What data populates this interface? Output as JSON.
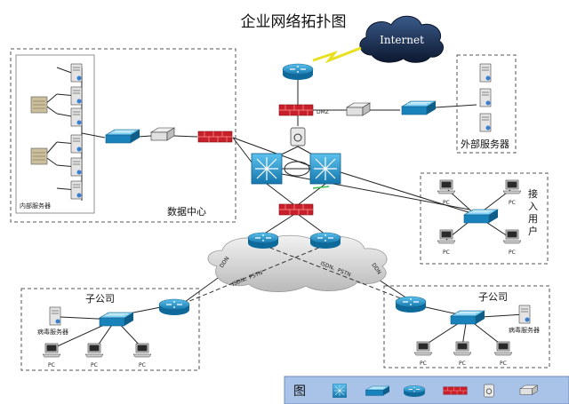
{
  "title": "企业网络拓扑图",
  "internet": "Internet",
  "dmz": "DMZ",
  "data_center": {
    "label": "数据中心",
    "server_label": "内部服务器"
  },
  "external": {
    "label": "外部服务器"
  },
  "access": {
    "label_chars": [
      "接",
      "入",
      "用",
      "户"
    ],
    "pc": "PC"
  },
  "branch_left": {
    "label": "子公司",
    "server_label": "病毒服务器",
    "pc": "PC"
  },
  "branch_right": {
    "label": "子公司",
    "server_label": "病毒服务器",
    "pc": "PC"
  },
  "wan": {
    "ddn": "DDN",
    "isdn_pstn": "ISDN、PSTN"
  },
  "legend": {
    "label": "图"
  },
  "colors": {
    "device_blue": "#1f8fc4",
    "firewall_red": "#c8202a",
    "cloud_dark": "#1a2b4a",
    "legend_bg": "#a9c3e8",
    "lightning": "#e8e020"
  }
}
